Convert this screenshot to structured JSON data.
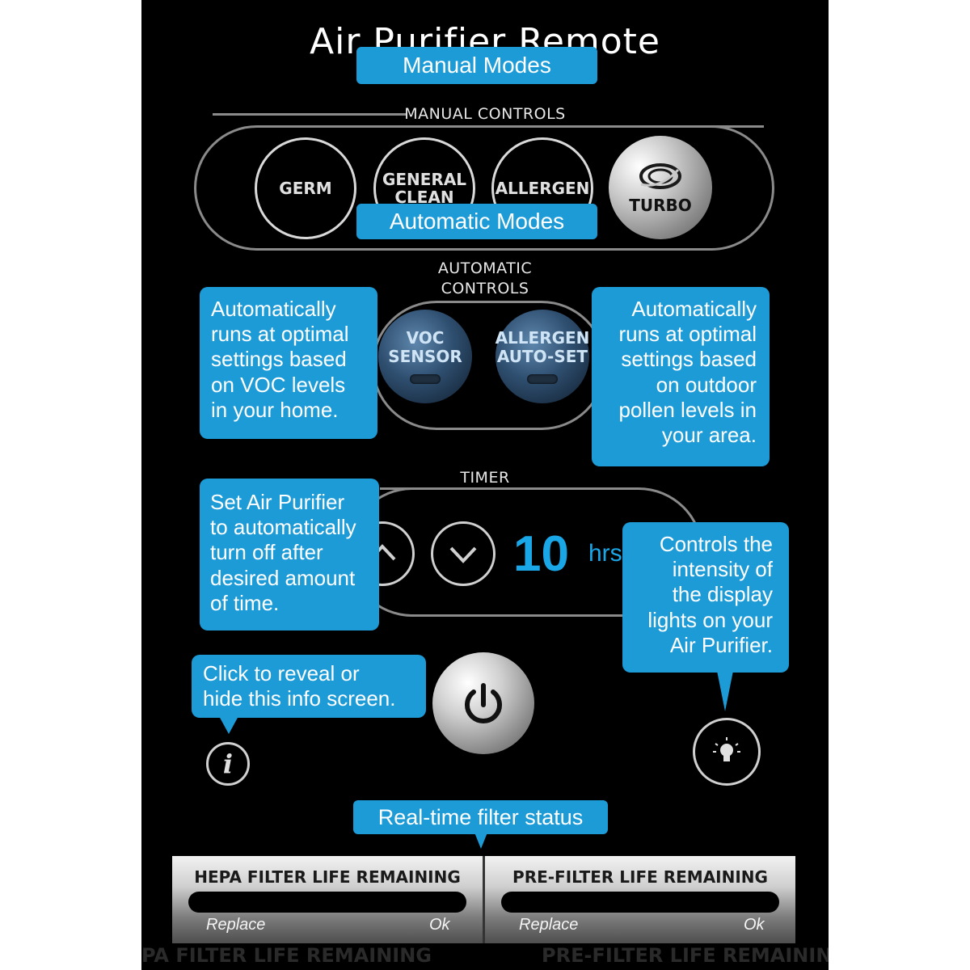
{
  "title": "Air Purifier Remote",
  "callouts": {
    "manual_modes": "Manual Modes",
    "automatic_modes": "Automatic Modes",
    "voc": [
      "Automatically",
      "runs at optimal",
      "settings based",
      "on VOC levels",
      "in your home."
    ],
    "allergen": [
      "Automatically",
      "runs at optimal",
      "settings based",
      "on outdoor",
      "pollen levels in",
      "your area."
    ],
    "timer": [
      "Set Air Purifier",
      "to automatically",
      "turn off after",
      "desired amount",
      "of time."
    ],
    "display": [
      "Controls the",
      "intensity of",
      "the display",
      "lights on your",
      "Air Purifier."
    ],
    "info": [
      "Click to reveal or",
      "hide this info screen."
    ],
    "filter_status": "Real-time filter status"
  },
  "manual_controls": {
    "label": "MANUAL CONTROLS",
    "buttons": {
      "germ": "GERM",
      "general_clean_line1": "GENERAL",
      "general_clean_line2": "CLEAN",
      "allergen": "ALLERGEN",
      "turbo": "TURBO"
    }
  },
  "automatic_controls": {
    "label_line1": "AUTOMATIC",
    "label_line2": "CONTROLS",
    "voc_line1": "VOC",
    "voc_line2": "SENSOR",
    "allergen_line1": "ALLERGEN",
    "allergen_line2": "AUTO-SET"
  },
  "timer": {
    "label": "TIMER",
    "value": "10",
    "unit": "hrs"
  },
  "filters": {
    "hepa_title": "HEPA FILTER LIFE REMAINING",
    "pre_title": "PRE-FILTER LIFE REMAINING",
    "replace": "Replace",
    "ok": "Ok",
    "ghost_left": "PA FILTER LIFE REMAINING",
    "ghost_right": "PRE-FILTER LIFE REMAINING"
  },
  "colors": {
    "callout": "#1d9bd7",
    "timer_digits": "#1aa7e8",
    "background": "#000000"
  },
  "icons": [
    "power-icon",
    "info-icon",
    "light-bulb-icon",
    "chevron-up-icon",
    "chevron-down-icon",
    "turbo-swirl-icon"
  ]
}
